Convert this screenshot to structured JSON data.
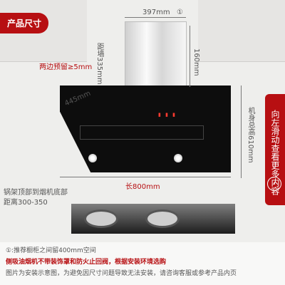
{
  "title": "产品尺寸",
  "dimensions": {
    "top_width": "397mm",
    "top_note": "①",
    "chimney_height": "160mm",
    "side_left": "距墙335mm",
    "side_gap": "两边预留≥5mm",
    "hood_depth": "445mm",
    "hood_width": "长800mm",
    "total_height": "机身总高610mm",
    "range_label": "锅架顶部到烟机底部",
    "range_value": "距离300-350"
  },
  "right_tab": {
    "text": "向左滑动查看更多内容"
  },
  "footer": {
    "line1": "①:推荐橱柜之间留400mm空间",
    "line2": "侧吸油烟机不带装饰罩和防火止回阀，根据安装环境选购",
    "line3": "图片为安装示意图，为避免因尺寸问题导致无法安装，请咨询客服或参考产品内页"
  }
}
